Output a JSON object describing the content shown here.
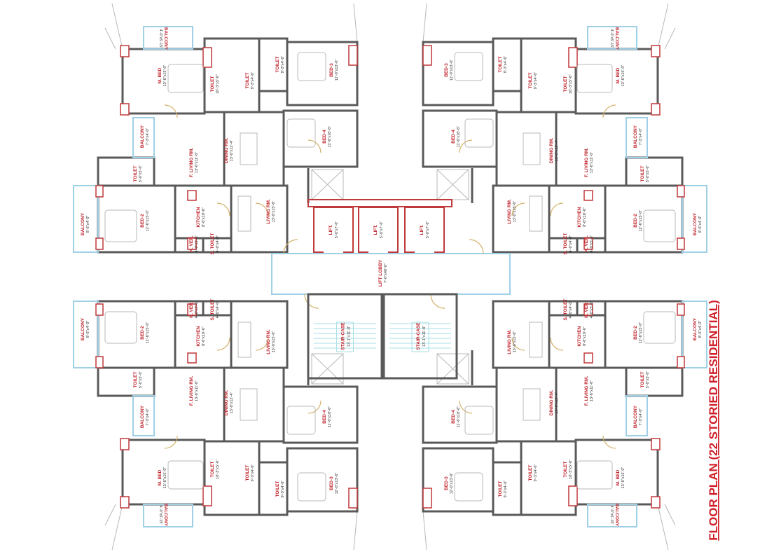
{
  "title": "FLOOR PLAN (22 STORIED RESIDENTIAL)",
  "unit_rooms": [
    {
      "name": "M. BED",
      "dim": "13'-6\"x15'-0\""
    },
    {
      "name": "TOILET",
      "dim": "10'-3\"x5'-6\""
    },
    {
      "name": "TOILET",
      "dim": "9'-3\"x4'-6\""
    },
    {
      "name": "TOILET",
      "dim": "9'-3\"x4'-6\""
    },
    {
      "name": "BED-3",
      "dim": "12'-0\"x13'-6\""
    },
    {
      "name": "BED-4",
      "dim": "11'-6\"x10'-6\""
    },
    {
      "name": "BALCONY",
      "dim": "7'-3\"x4'-0\""
    },
    {
      "name": "BALCONY",
      "dim": "4'-0\"x5'-15'"
    },
    {
      "name": "F. LIVING RM.",
      "dim": "13'-6\"x11'-6\""
    },
    {
      "name": "DINING RM.",
      "dim": "13'-0\"x12'-4\""
    },
    {
      "name": "TOILET",
      "dim": "5'-0\"x5'-6\""
    },
    {
      "name": "BED-2",
      "dim": "12'-6\"x15'-0\""
    },
    {
      "name": "BALCONY",
      "dim": "8'-6\"x4'-0\""
    },
    {
      "name": "KITCHEN",
      "dim": "8'-6\"x10'-6\""
    },
    {
      "name": "K. VER.",
      "dim": "4'-0\"x5'-6\""
    },
    {
      "name": "S. TOILET",
      "dim": "4'-0\"x4'-0\""
    },
    {
      "name": "LIVING RM.",
      "dim": "13'-0\"x15'-6\""
    }
  ],
  "core": {
    "lifts": [
      {
        "name": "LIFT.",
        "dim": "5'-0\"x7'-6\""
      },
      {
        "name": "LIFT.",
        "dim": "5'-0\"x7'-6\""
      },
      {
        "name": "LIFT.",
        "dim": "5'-0\"x7'-6\""
      }
    ],
    "lobby": {
      "name": "LIFT LOBBY",
      "dim": "7'-0\"x40'-0\""
    },
    "stairs": [
      {
        "name": "STAIR-CASE",
        "dim": "13'-1\"x11'-8\""
      },
      {
        "name": "STAIR-CASE",
        "dim": "13'-1\"x11'-8\""
      }
    ]
  },
  "colors": {
    "wall": "#5a5a5a",
    "label": "#c0262d",
    "glass": "#9fd0e6",
    "column": "#c0393b"
  }
}
